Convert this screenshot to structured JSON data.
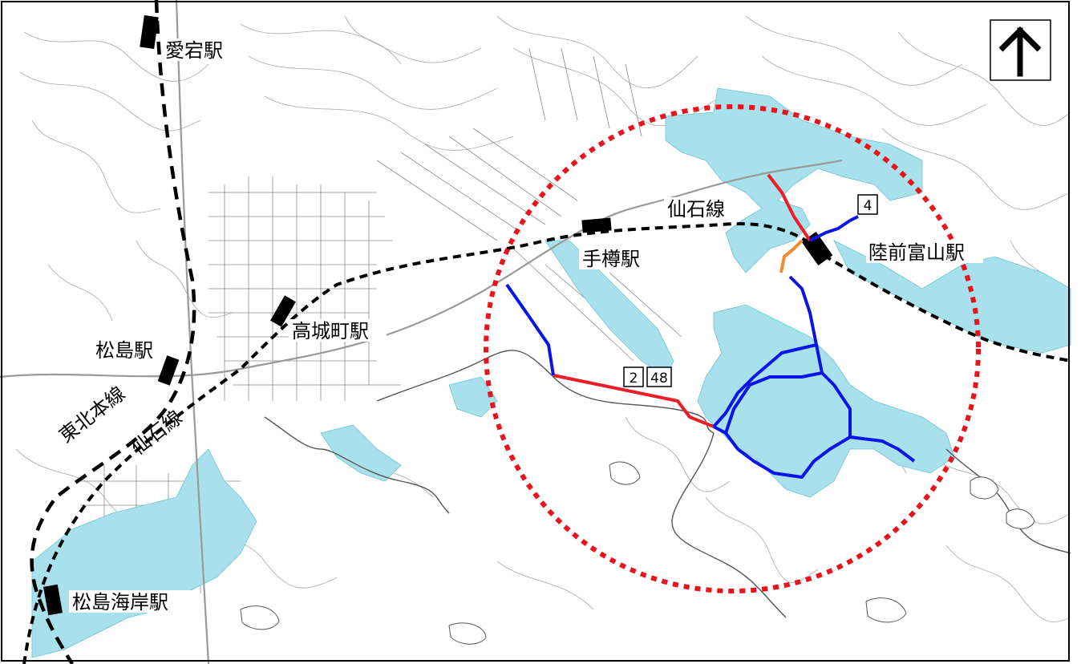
{
  "map": {
    "stations": {
      "atago": "愛宕駅",
      "matsushima": "松島駅",
      "takagimachi": "高城町駅",
      "tetaru": "手樽駅",
      "rikuzen_tomiyama": "陸前富山駅",
      "matsushima_kaigan": "松島海岸駅"
    },
    "lines": {
      "senseki_east": "仙石線",
      "senseki_west": "仙石線",
      "tohoku": "東北本線"
    },
    "route_badges": {
      "badge_4": "4",
      "badge_2": "2",
      "badge_48": "48"
    },
    "north_arrow_icon": "north-arrow-icon",
    "colors": {
      "water_fill": "#a8e1ec",
      "red_route": "#ee1c24",
      "blue_route": "#0a14e6",
      "orange_route": "#f08a30",
      "circle_dotted": "#e8141c",
      "rail_black": "#000000",
      "terrain_line": "#9a9a9a"
    }
  }
}
